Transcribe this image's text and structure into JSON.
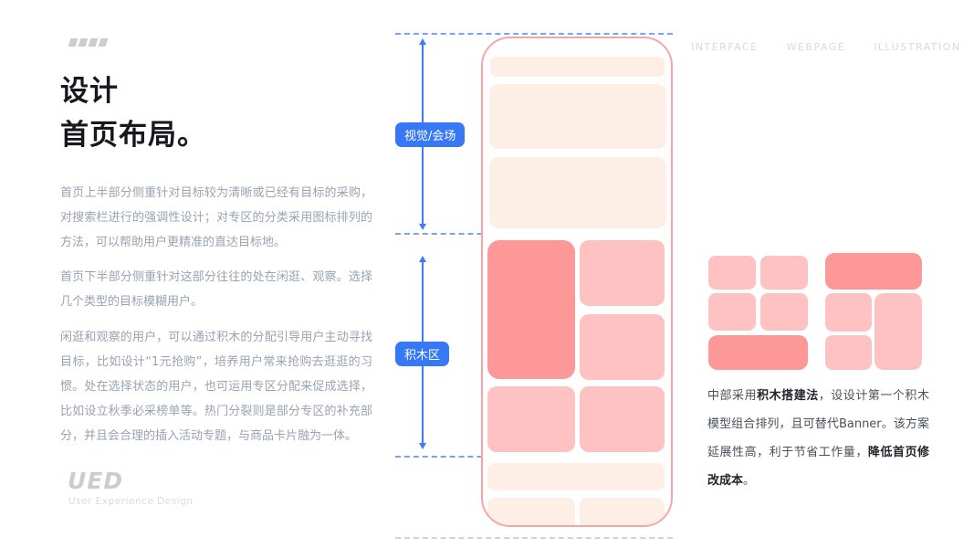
{
  "slide": {
    "title_lines": [
      "设计",
      "首页布局。"
    ],
    "paragraphs": [
      "首页上半部分侧重针对目标较为清晰或已经有目标的采购，对搜索栏进行的强调性设计；对专区的分类采用图标排列的方法，可以帮助用户更精准的直达目标地。",
      "首页下半部分侧重针对这部分往往的处在闲逛、观察。选择几个类型的目标模糊用户。",
      "闲逛和观察的用户，可以通过积木的分配引导用户主动寻找目标，比如设计“1元抢购”，培养用户常来抢购去逛逛的习惯。处在选择状态的用户，也可运用专区分配来促成选择，比如设立秋季必采榜单等。热门分裂则是部分专区的补充部分，并且会合理的插入活动专题，与商品卡片融为一体。"
    ],
    "footer_logo": {
      "text": "UED",
      "subtitle": "User Experience Design"
    }
  },
  "diagram": {
    "section_labels": [
      "视觉/会场",
      "积木区"
    ]
  },
  "right": {
    "nav_items": [
      "INTERFACE",
      "WEBPAGE",
      "ILLUSTRATION"
    ],
    "description_segments": [
      {
        "text": "中部采用",
        "bold": false
      },
      {
        "text": "积木搭建法",
        "bold": true
      },
      {
        "text": "，设设计第一个积木模型组合排列，且可替代Banner。该方案延展性高，利于节省工作量，",
        "bold": false
      },
      {
        "text": "降低首页修改成本",
        "bold": true
      },
      {
        "text": "。",
        "bold": false
      }
    ]
  },
  "colors": {
    "accent_blue": "#3678F6",
    "dash_blue": "#7BA0F6",
    "phone_outline": "#F7A5A4",
    "cream_block": "#FDEFE6",
    "pink_dark": "#FC9898",
    "pink_light": "#FFC2C2",
    "muted_text": "#99A3B2",
    "nav_gray": "#DADADA"
  }
}
